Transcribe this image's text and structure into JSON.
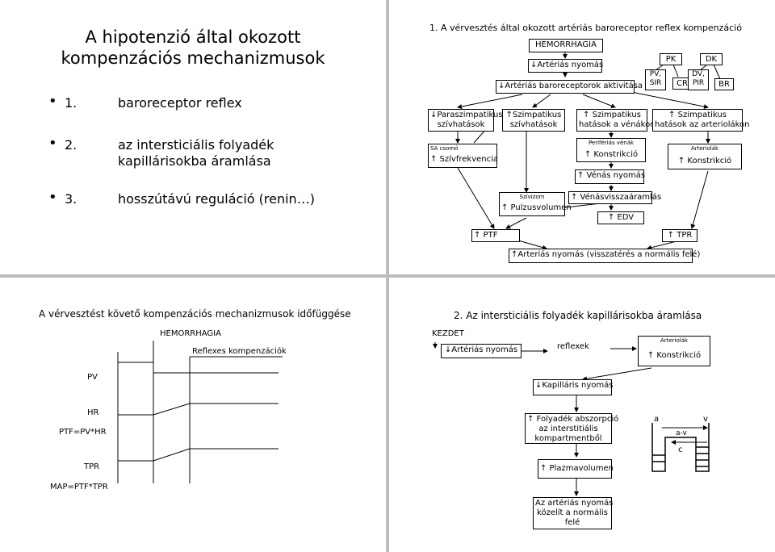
{
  "slide1": {
    "title_line1": "A hipotenzió által okozott",
    "title_line2": "kompenzációs mechanizmusok",
    "items": [
      {
        "bullet": "•",
        "num": "1.",
        "line1": "baroreceptor reflex",
        "line2": ""
      },
      {
        "bullet": "•",
        "num": "2.",
        "line1": "az intersticiális folyadék",
        "line2": "kapillárisokba áramlása"
      },
      {
        "bullet": "•",
        "num": "3.",
        "line1": "hosszútávú reguláció (renin…)",
        "line2": ""
      }
    ]
  },
  "slide2": {
    "title": "1. A vérvesztés által okozott artériás baroreceptor reflex kompenzáció",
    "hemorrhagia": "HEMORRHAGIA",
    "arterias_nyomas": "↓Artériás nyomás",
    "baroreceptor": "↓Artériás baroreceptorok aktivitása",
    "legend": {
      "pk": "PK",
      "dk": "DK",
      "pv": "PV,",
      "sir": "SIR",
      "cr": "CR",
      "dv": "DV,",
      "pir": "PIR",
      "br": "BR"
    },
    "para_1": "↓Paraszimpatikus",
    "para_2": "szívhatások",
    "szimp_sziv_1": "↑Szimpatikus",
    "szimp_sziv_2": "szívhatások",
    "szimp_ven_1": "↑ Szimpatikus",
    "szimp_ven_2": "hatások a vénákon",
    "szimp_art_1": "↑ Szimpatikus",
    "szimp_art_2": "hatások az arteriolákon",
    "sa_csomo": "SA csomó",
    "szivfrekvencia": "↑ Szívfrekvencia",
    "periferias_venak": "Perifériás vénák",
    "konstrikcio_ven": "↑ Konstrikció",
    "arteriolak": "Arteriolák",
    "konstrikcio_art": "↑ Konstrikció",
    "venas_nyomas": "↑ Vénás nyomás",
    "szivizom": "Szívizom",
    "pulzusvolumen": "↑ Pulzusvolumen",
    "venasvissza": "↑ Vénásvisszaáramlás",
    "edv": "↑ EDV",
    "ptf": "↑ PTF",
    "tpr": "↑ TPR",
    "arterias_vissza": "↑Arteriás nyomás (visszatérés a normális felé)"
  },
  "slide3": {
    "title": "A vérvesztést követő kompenzációs mechanizmusok időfüggése",
    "hemorrhagia": "HEMORRHAGIA",
    "reflexes": "Reflexes kompenzációk",
    "pv": "PV",
    "hr": "HR",
    "ptf_formula": "PTF=PV*HR",
    "tpr": "TPR",
    "map_formula": "MAP=PTF*TPR"
  },
  "slide4": {
    "title": "2. Az intersticiális folyadék kapillárisokba áramlása",
    "kezdet": "KEZDET",
    "arterias_nyomas": "↓Artériás nyomás",
    "reflexek": "reflexek",
    "arteriolak": "Arteriolák",
    "konstrikcio": "↑ Konstrikció",
    "kapillaris": "↓Kapilláris nyomás",
    "folyadek_1": "↑ Folyadék abszorpció",
    "folyadek_2": "az interstitiális",
    "folyadek_3": "kompartmentből",
    "plazmavolumen": "↑ Plazmavolumen",
    "vissza_1": "Az artériás nyomás",
    "vissza_2": "közelít a normális",
    "vissza_3": "felé",
    "a": "a",
    "v": "v",
    "av": "a-v",
    "c": "c"
  }
}
